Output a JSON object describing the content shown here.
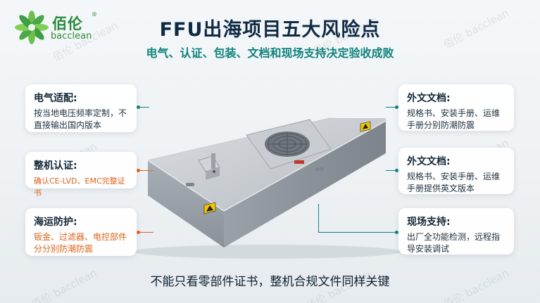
{
  "logo": {
    "cn": "佰伦",
    "en": "bacclean",
    "reg": "®"
  },
  "title": "FFU出海项目五大风险点",
  "subtitle": "电气、认证、包装、文档和现场支持决定验收成败",
  "left_cards": [
    {
      "heading": "电气适配:",
      "body": "按当地电压频率定制，不直接输出国内版本",
      "accent": "#1f2f3c"
    },
    {
      "heading": "整机认证:",
      "body": "确认CE-LVD、EMC完整证书",
      "accent": "#d9651b"
    },
    {
      "heading": "海运防护:",
      "body": "钣金、过滤器、电控部件分分别防潮防震",
      "accent": "#d9651b"
    }
  ],
  "right_cards": [
    {
      "heading": "外文文档:",
      "body": "规格书、安装手册、运维手册分别防潮防震"
    },
    {
      "heading": "外文文档:",
      "body": "规格书、安装手册、运维手册提供英文版本"
    },
    {
      "heading": "现场支持:",
      "body": "出厂全功能检测，远程指导安装调试"
    }
  ],
  "bottom_text": "不能只看零部件证书，整机合规文件同样关键",
  "watermark": "佰伦 bacclean",
  "colors": {
    "teal": "#11837c",
    "orange": "#d9651b",
    "title": "#0f2a45",
    "brand": "#2a8a3a"
  }
}
